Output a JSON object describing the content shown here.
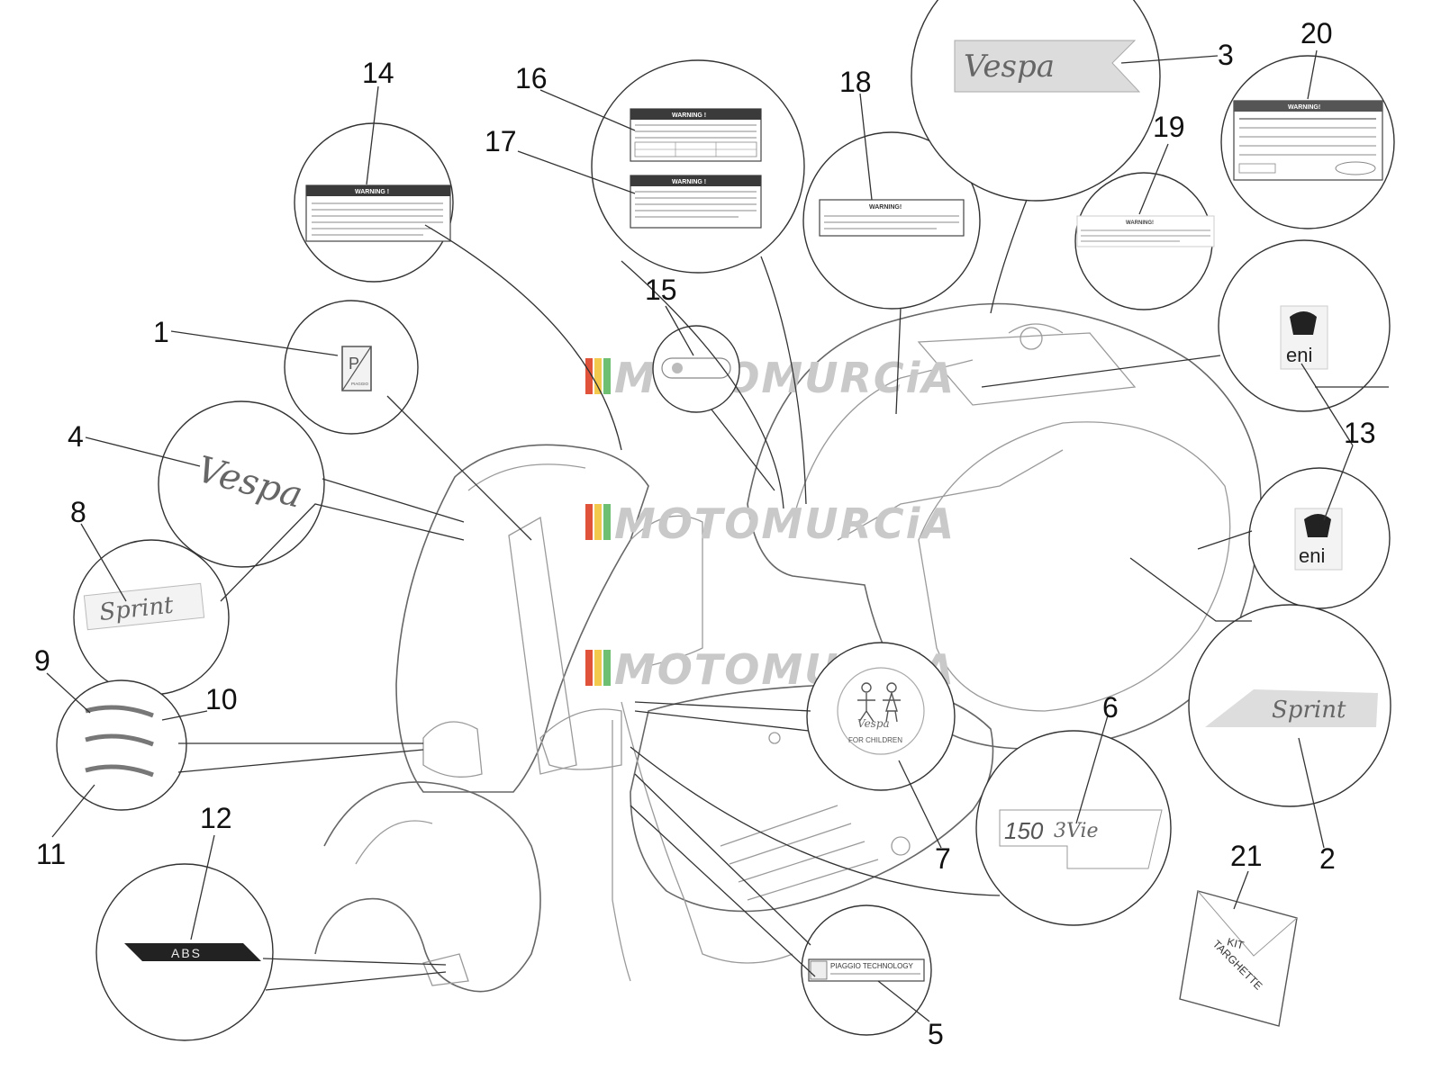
{
  "callouts": {
    "n1": "1",
    "n2": "2",
    "n3": "3",
    "n4": "4",
    "n5": "5",
    "n6": "6",
    "n7": "7",
    "n8": "8",
    "n9": "9",
    "n10": "10",
    "n11": "11",
    "n12": "12",
    "n13": "13",
    "n14": "14",
    "n15": "15",
    "n16": "16",
    "n17": "17",
    "n18": "18",
    "n19": "19",
    "n20": "20",
    "n21": "21"
  },
  "watermark": "MOTOMURCiA",
  "labels": {
    "warning": "WARNING !",
    "warning_short": "WARNING!",
    "piaggio_tech": "PIAGGIO TECHNOLOGY",
    "abs": "ABS",
    "eni": "eni",
    "kit": "KIT",
    "targhette": "TARGHETTE",
    "vespa": "Vespa",
    "sprint": "Sprint",
    "model_150": "150",
    "model_3vie": "3Vie",
    "for_children": "FOR CHILDREN",
    "piaggio": "PIAGGIO"
  },
  "colors": {
    "line": "#333333",
    "watermark_red": "#e0533a",
    "watermark_yellow": "#f2c94c",
    "watermark_green": "#6fbf73",
    "warning_header": "#3a3a3a"
  }
}
